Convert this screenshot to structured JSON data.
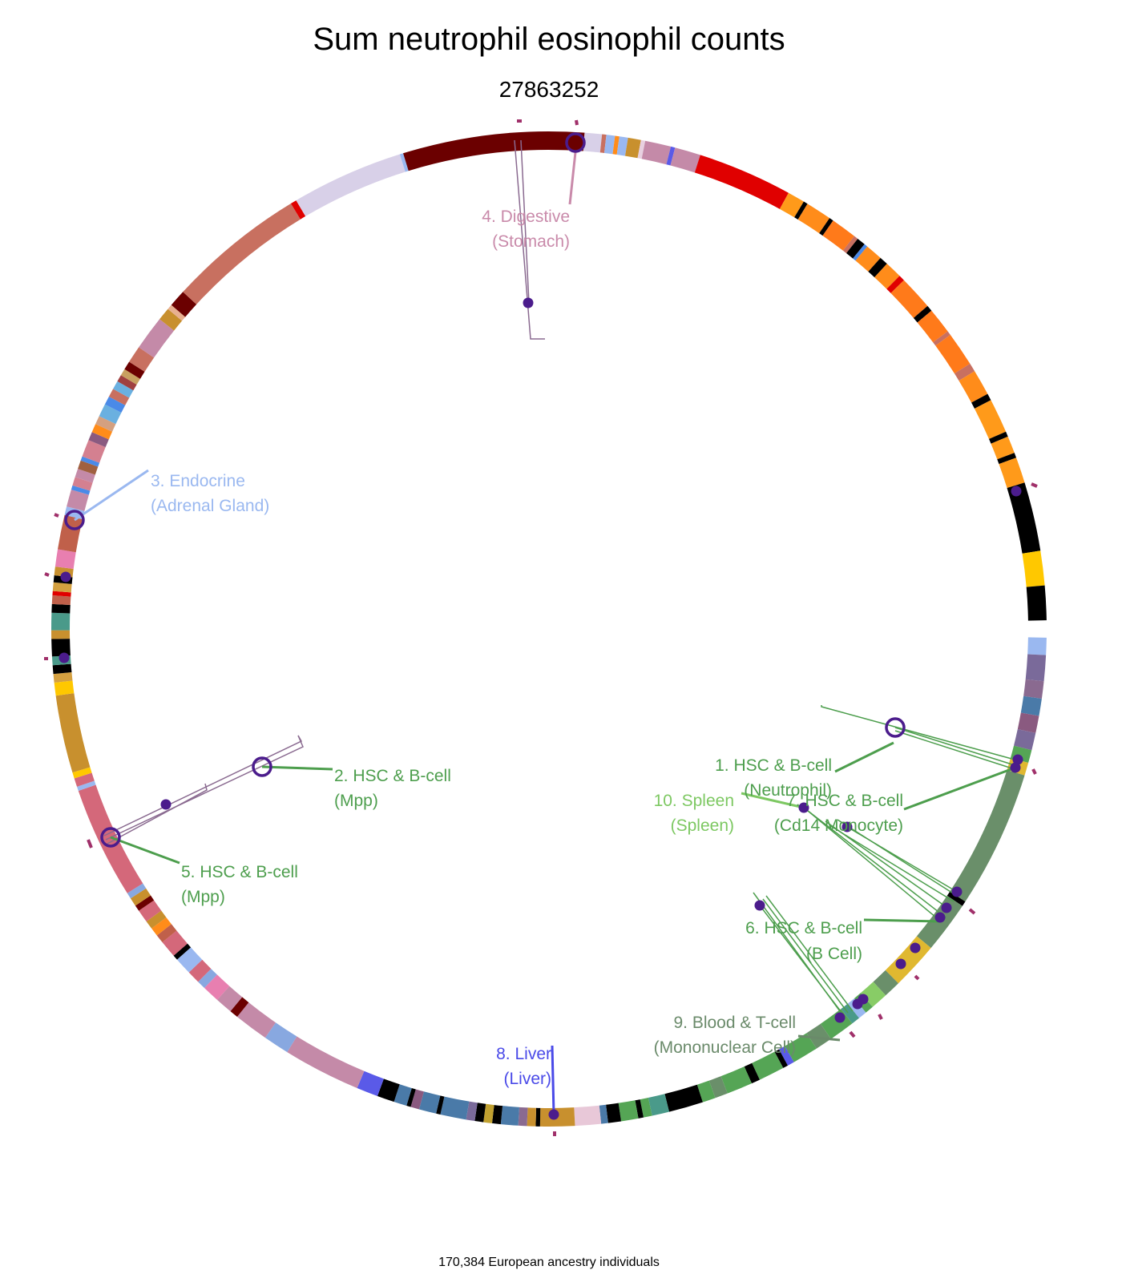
{
  "title": "Sum neutrophil eosinophil counts",
  "subtitle": "27863252",
  "footer": "170,384 European ancestry individuals",
  "colors": {
    "marker": "#4b1c8c",
    "hsc_bcell": "#4d9e4d",
    "spleen": "#7dc862",
    "blood_tcell": "#6a8a6a",
    "liver": "#4a4ae8",
    "digestive": "#c98aaa",
    "endocrine": "#9ab8f0"
  },
  "annotations": [
    {
      "line1": "1. HSC & B-cell",
      "line2": "(Neutrophil)"
    },
    {
      "line1": "2. HSC & B-cell",
      "line2": "(Mpp)"
    },
    {
      "line1": "3. Endocrine",
      "line2": "(Adrenal Gland)"
    },
    {
      "line1": "4. Digestive",
      "line2": "(Stomach)"
    },
    {
      "line1": "5. HSC & B-cell",
      "line2": "(Mpp)"
    },
    {
      "line1": "6. HSC & B-cell",
      "line2": "(B Cell)"
    },
    {
      "line1": "7. HSC & B-cell",
      "line2": "(Cd14 Monocyte)"
    },
    {
      "line1": "8. Liver",
      "line2": "(Liver)"
    },
    {
      "line1": "9. Blood & T-cell",
      "line2": "(Mononuclear Cell)"
    },
    {
      "line1": "10. Spleen",
      "line2": "(Spleen)"
    }
  ],
  "ring_segments": [
    [
      "#9ab8f0",
      2
    ],
    [
      "#7a6a9a",
      3
    ],
    [
      "#8a6a90",
      2
    ],
    [
      "#4a7aa8",
      2
    ],
    [
      "#8a5a80",
      2
    ],
    [
      "#7a6a9a",
      2
    ],
    [
      "#55a555",
      1.5
    ],
    [
      "#e0b830",
      1.5
    ],
    [
      "#6a8f6a",
      16
    ],
    [
      "#000000",
      0.6
    ],
    [
      "#6a8f6a",
      6
    ],
    [
      "#e0b830",
      5.5
    ],
    [
      "#6a8f6a",
      2
    ],
    [
      "#88cc66",
      2
    ],
    [
      "#55a555",
      1
    ],
    [
      "#9ab8f0",
      1
    ],
    [
      "#4a9a8a",
      1
    ],
    [
      "#55a555",
      3
    ],
    [
      "#6a8f6a",
      2
    ],
    [
      "#55a555",
      3
    ],
    [
      "#5a5ae8",
      0.8
    ],
    [
      "#000000",
      0.6
    ],
    [
      "#55a555",
      3
    ],
    [
      "#000000",
      1
    ],
    [
      "#55a555",
      3
    ],
    [
      "#6a8f6a",
      1.5
    ],
    [
      "#55a555",
      1.5
    ],
    [
      "#000000",
      4
    ],
    [
      "#4a9a8a",
      2
    ],
    [
      "#55a555",
      1
    ],
    [
      "#000000",
      0.6
    ],
    [
      "#55a555",
      2
    ],
    [
      "#000000",
      1.5
    ],
    [
      "#4a7aa8",
      0.8
    ],
    [
      "#e8c8d8",
      3
    ],
    [
      "#c8902e",
      4
    ],
    [
      "#000000",
      0.5
    ],
    [
      "#c8902e",
      1
    ],
    [
      "#8a6a90",
      1
    ],
    [
      "#4a7aa8",
      2
    ],
    [
      "#000000",
      1
    ],
    [
      "#c0a030",
      1
    ],
    [
      "#000000",
      1
    ],
    [
      "#7a6a9a",
      1
    ],
    [
      "#4a7aa8",
      3
    ],
    [
      "#000000",
      0.5
    ],
    [
      "#4a7aa8",
      2
    ],
    [
      "#8a5a80",
      1
    ],
    [
      "#000000",
      0.5
    ],
    [
      "#4a7aa8",
      1.5
    ],
    [
      "#000000",
      2
    ],
    [
      "#5a5ae8",
      2.5
    ],
    [
      "#c48aa8",
      9
    ],
    [
      "#88a8e0",
      3
    ],
    [
      "#c48aa8",
      4
    ],
    [
      "#6b0000",
      1
    ],
    [
      "#c48aa8",
      2
    ],
    [
      "#e87fb0",
      2
    ],
    [
      "#88a8e0",
      1
    ],
    [
      "#d4687a",
      1.5
    ],
    [
      "#9ab8f0",
      2
    ],
    [
      "#000000",
      0.6
    ],
    [
      "#d4687a",
      2
    ],
    [
      "#c0604a",
      1
    ],
    [
      "#ff8c1a",
      1
    ],
    [
      "#c8902e",
      1
    ],
    [
      "#d4687a",
      1.5
    ],
    [
      "#6b0000",
      0.7
    ],
    [
      "#c8902e",
      1
    ],
    [
      "#88a8e0",
      0.7
    ],
    [
      "#d4687a",
      13
    ],
    [
      "#9ab8f0",
      0.5
    ],
    [
      "#d4687a",
      1
    ],
    [
      "#ffc800",
      0.7
    ],
    [
      "#c8902e",
      9
    ],
    [
      "#ffc800",
      1.5
    ],
    [
      "#d4a040",
      1
    ],
    [
      "#000000",
      1
    ],
    [
      "#4a9a8a",
      1
    ],
    [
      "#000000",
      2
    ],
    [
      "#c8902e",
      1
    ],
    [
      "#4a9a8a",
      2
    ],
    [
      "#000000",
      1
    ],
    [
      "#c0604a",
      1
    ],
    [
      "#e00000",
      0.5
    ],
    [
      "#d4a040",
      1
    ],
    [
      "#000000",
      0.8
    ],
    [
      "#c8902e",
      1
    ],
    [
      "#e87fb0",
      2
    ],
    [
      "#c0604a",
      4
    ],
    [
      "#9ab8f0",
      1
    ],
    [
      "#c48aa8",
      2
    ],
    [
      "#4a8ae8",
      0.5
    ],
    [
      "#d48090",
      1
    ],
    [
      "#c48aa8",
      1
    ],
    [
      "#a06040",
      1
    ],
    [
      "#4a8ae8",
      0.5
    ],
    [
      "#d48090",
      2
    ],
    [
      "#8a5a80",
      1
    ],
    [
      "#ff8c1a",
      1
    ],
    [
      "#d4a080",
      1
    ],
    [
      "#6ab0e0",
      1.5
    ],
    [
      "#4a8ae8",
      1
    ],
    [
      "#c87060",
      1
    ],
    [
      "#6ab0e0",
      1
    ],
    [
      "#a04040",
      0.8
    ],
    [
      "#c8a060",
      0.8
    ],
    [
      "#6b0000",
      1
    ],
    [
      "#c87060",
      2
    ],
    [
      "#c48aa8",
      4
    ],
    [
      "#c8902e",
      1.5
    ],
    [
      "#e8b090",
      0.6
    ],
    [
      "#6b0000",
      2
    ],
    [
      "#c87060",
      16
    ],
    [
      "#e00000",
      0.7
    ],
    [
      "#d8d0e8",
      13
    ],
    [
      "#9ab8f0",
      0.4
    ],
    [
      "#6b0000",
      21
    ],
    [
      "#d8d0e8",
      2
    ],
    [
      "#c87060",
      0.5
    ],
    [
      "#9ab8f0",
      1
    ],
    [
      "#ff8c1a",
      0.5
    ],
    [
      "#9ab8f0",
      1
    ],
    [
      "#c8902e",
      1.5
    ],
    [
      "#e8d0e0",
      0.5
    ],
    [
      "#c48aa8",
      3
    ],
    [
      "#5a5ae8",
      0.5
    ],
    [
      "#c48aa8",
      3
    ],
    [
      "#e00000",
      11
    ],
    [
      "#ff9a1a",
      2
    ],
    [
      "#000000",
      0.5
    ],
    [
      "#ff8c1a",
      3
    ],
    [
      "#000000",
      0.5
    ],
    [
      "#ff7a1a",
      3
    ],
    [
      "#c87060",
      0.5
    ],
    [
      "#000000",
      1
    ],
    [
      "#4a8ae8",
      0.4
    ],
    [
      "#ff8c1a",
      2
    ],
    [
      "#000000",
      1
    ],
    [
      "#ff8c1a",
      2
    ],
    [
      "#e00000",
      0.7
    ],
    [
      "#ff7a1a",
      4
    ],
    [
      "#000000",
      0.7
    ],
    [
      "#ff7a1a",
      3
    ],
    [
      "#c87060",
      0.5
    ],
    [
      "#ff7a1a",
      4
    ],
    [
      "#c87060",
      1
    ],
    [
      "#ff8c1a",
      3
    ],
    [
      "#000000",
      0.8
    ],
    [
      "#ff9a1a",
      4
    ],
    [
      "#000000",
      0.6
    ],
    [
      "#ff9a1a",
      2
    ],
    [
      "#000000",
      0.6
    ],
    [
      "#ff9a1a",
      3
    ],
    [
      "#000000",
      8
    ],
    [
      "#ffc800",
      4
    ],
    [
      "#000000",
      4
    ]
  ]
}
